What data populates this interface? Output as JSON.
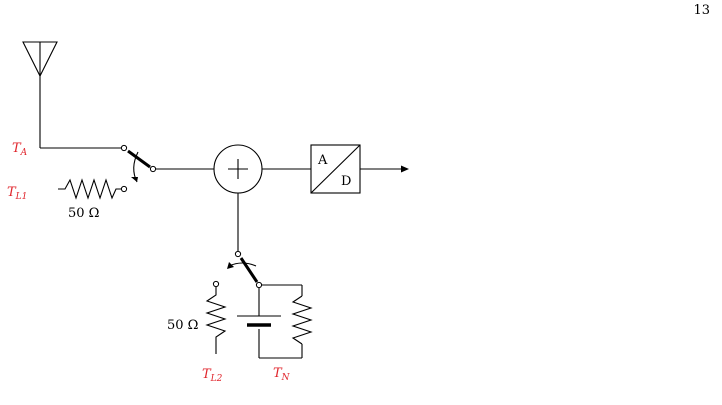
{
  "page": {
    "number": "13"
  },
  "colors": {
    "accent_label": "#e0262d",
    "line": "#000000"
  },
  "labels": {
    "antenna_temp_base": "T",
    "antenna_temp_sub": "A",
    "load1_temp_base": "T",
    "load1_temp_sub": "L1",
    "load2_temp_base": "T",
    "load2_temp_sub": "L2",
    "noise_temp_base": "T",
    "noise_temp_sub": "N",
    "load1_resistance": "50 Ω",
    "load2_resistance": "50 Ω",
    "adc_top": "A",
    "adc_bottom": "D"
  },
  "icons": [
    "antenna-icon",
    "switch-icon",
    "summing-junction-icon",
    "adc-icon",
    "resistor-icon",
    "battery-icon",
    "arrow-icon"
  ]
}
